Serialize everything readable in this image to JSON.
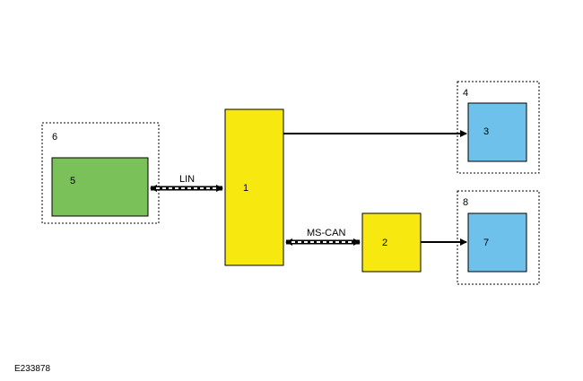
{
  "diagram": {
    "components": [
      {
        "id": "c1",
        "label": "1",
        "color": "#f7e90f"
      },
      {
        "id": "c2",
        "label": "2",
        "color": "#f7e90f"
      },
      {
        "id": "c3",
        "label": "3",
        "color": "#6ec1ea"
      },
      {
        "id": "c5",
        "label": "5",
        "color": "#7bc15a"
      },
      {
        "id": "c7",
        "label": "7",
        "color": "#6ec1ea"
      }
    ],
    "groups": [
      {
        "id": "g4",
        "label": "4"
      },
      {
        "id": "g6",
        "label": "6"
      },
      {
        "id": "g8",
        "label": "8"
      }
    ],
    "connections": [
      {
        "from": "5",
        "to": "1",
        "type": "bidirectional-bus",
        "label": "LIN"
      },
      {
        "from": "1",
        "to": "2",
        "type": "bidirectional-bus",
        "label": "MS-CAN"
      },
      {
        "from": "1",
        "to": "3",
        "type": "one-way"
      },
      {
        "from": "2",
        "to": "7",
        "type": "one-way"
      }
    ],
    "figure_id": "E233878"
  }
}
